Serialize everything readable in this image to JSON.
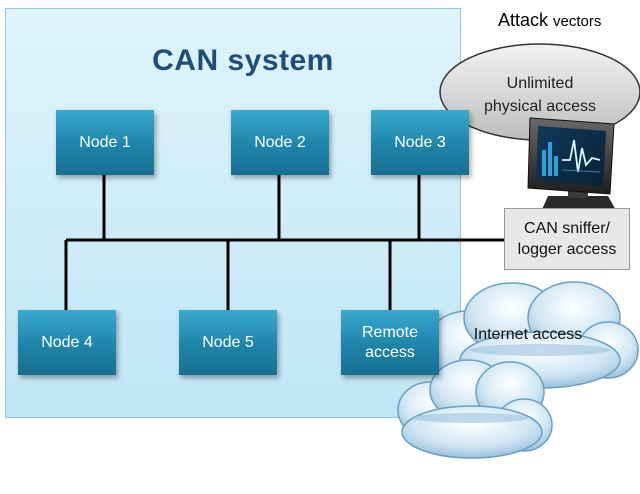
{
  "diagram": {
    "title": "CAN system",
    "nodes": [
      "Node 1",
      "Node 2",
      "Node 3",
      "Node 4",
      "Node 5"
    ],
    "remote_access": [
      "Remote",
      "access"
    ],
    "attack_vectors": {
      "title_main": "Attack",
      "title_small": "vectors",
      "physical": [
        "Unlimited",
        "physical access"
      ],
      "sniffer": [
        "CAN sniffer/",
        "logger access"
      ],
      "internet": "Internet access"
    }
  },
  "colors": {
    "node_fill": "#1f84aa",
    "system_fill": "#c8eaf7",
    "title_color": "#1f4e79"
  }
}
